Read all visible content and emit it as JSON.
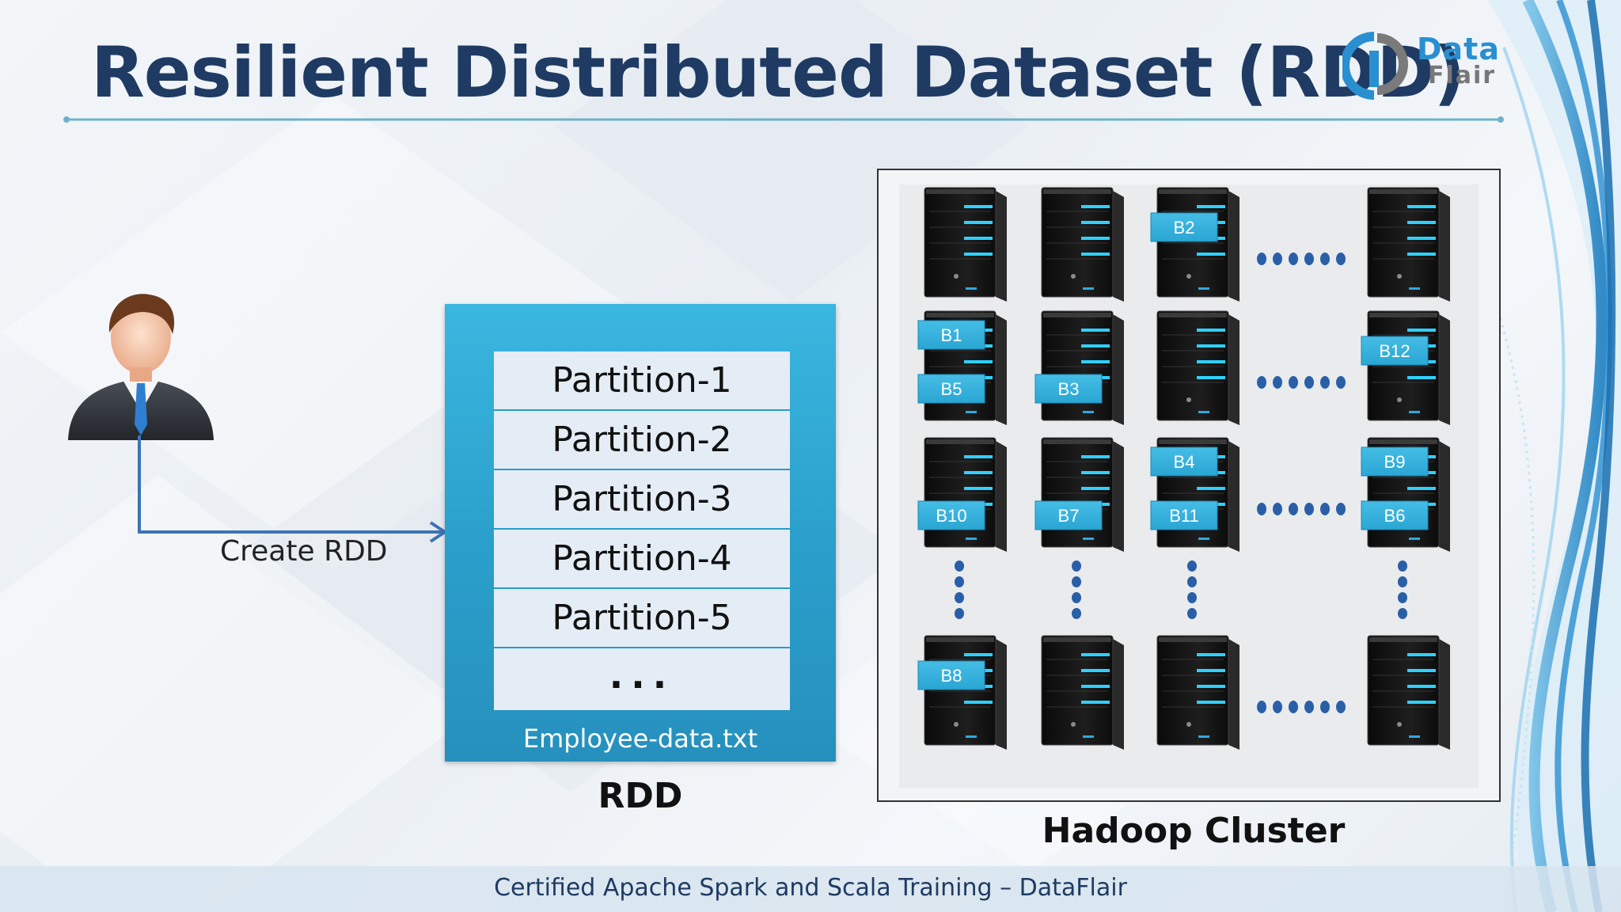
{
  "title": "Resilient Distributed Dataset (RDD)",
  "logo": {
    "word1": "Data",
    "word2": "Flair"
  },
  "flow": {
    "create_label": "Create RDD"
  },
  "rdd": {
    "partitions": [
      "Partition-1",
      "Partition-2",
      "Partition-3",
      "Partition-4",
      "Partition-5"
    ],
    "more": "...",
    "file_name": "Employee-data.txt",
    "label": "RDD"
  },
  "cluster": {
    "label": "Hadoop Cluster",
    "rows": [
      [
        [],
        [],
        [
          "B2"
        ],
        []
      ],
      [
        [
          "B1",
          "B5"
        ],
        [
          "B3"
        ],
        [],
        [
          "B12"
        ]
      ],
      [
        [
          "B10"
        ],
        [
          "B7"
        ],
        [
          "B4",
          "B11"
        ],
        [
          "B9",
          "B6"
        ]
      ],
      [
        [
          "B8"
        ],
        [],
        [],
        []
      ]
    ]
  },
  "footer": "Certified Apache Spark and Scala Training – DataFlair",
  "colors": {
    "title": "#1f3b63",
    "accent": "#2ba0cc",
    "block_label": "#2aa6d3",
    "dots": "#2a5fa8"
  }
}
